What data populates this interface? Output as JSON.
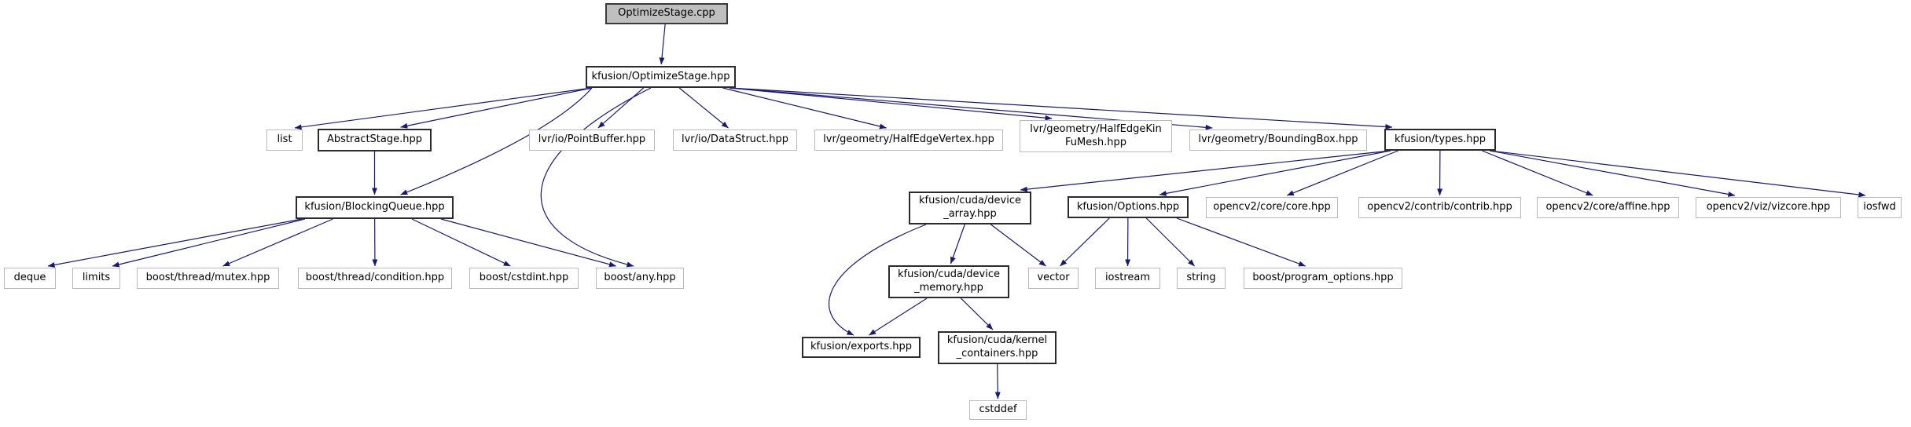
{
  "diagram": {
    "type": "include-dependency-graph",
    "root_file": "OptimizeStage.cpp",
    "colors": {
      "edge": "#191970",
      "root_fill": "#bfbfbf",
      "node_fill": "#ffffff",
      "internal_border": "#2b2b2b",
      "external_border": "#b9b9b9"
    },
    "nodes": [
      {
        "id": "optimizestage_cpp",
        "label": "OptimizeStage.cpp",
        "kind": "root"
      },
      {
        "id": "optimizestage_hpp",
        "label": "kfusion/OptimizeStage.hpp",
        "kind": "internal"
      },
      {
        "id": "list",
        "label": "list",
        "kind": "external"
      },
      {
        "id": "abstractstage",
        "label": "AbstractStage.hpp",
        "kind": "internal"
      },
      {
        "id": "pointbuffer",
        "label": "lvr/io/PointBuffer.hpp",
        "kind": "external"
      },
      {
        "id": "datastruct",
        "label": "lvr/io/DataStruct.hpp",
        "kind": "external"
      },
      {
        "id": "halfedgevertex",
        "label": "lvr/geometry/HalfEdgeVertex.hpp",
        "kind": "external"
      },
      {
        "id": "halfedgekinfumesh",
        "label": "lvr/geometry/HalfEdgeKin\nFuMesh.hpp",
        "kind": "external"
      },
      {
        "id": "boundingbox",
        "label": "lvr/geometry/BoundingBox.hpp",
        "kind": "external"
      },
      {
        "id": "types",
        "label": "kfusion/types.hpp",
        "kind": "internal"
      },
      {
        "id": "blockingqueue",
        "label": "kfusion/BlockingQueue.hpp",
        "kind": "internal"
      },
      {
        "id": "device_array",
        "label": "kfusion/cuda/device\n_array.hpp",
        "kind": "internal"
      },
      {
        "id": "options",
        "label": "kfusion/Options.hpp",
        "kind": "internal"
      },
      {
        "id": "core_core",
        "label": "opencv2/core/core.hpp",
        "kind": "external"
      },
      {
        "id": "contrib",
        "label": "opencv2/contrib/contrib.hpp",
        "kind": "external"
      },
      {
        "id": "affine",
        "label": "opencv2/core/affine.hpp",
        "kind": "external"
      },
      {
        "id": "vizcore",
        "label": "opencv2/viz/vizcore.hpp",
        "kind": "external"
      },
      {
        "id": "iosfwd",
        "label": "iosfwd",
        "kind": "external"
      },
      {
        "id": "deque",
        "label": "deque",
        "kind": "external"
      },
      {
        "id": "limits",
        "label": "limits",
        "kind": "external"
      },
      {
        "id": "mutex",
        "label": "boost/thread/mutex.hpp",
        "kind": "external"
      },
      {
        "id": "condition",
        "label": "boost/thread/condition.hpp",
        "kind": "external"
      },
      {
        "id": "cstdint",
        "label": "boost/cstdint.hpp",
        "kind": "external"
      },
      {
        "id": "any",
        "label": "boost/any.hpp",
        "kind": "external"
      },
      {
        "id": "device_memory",
        "label": "kfusion/cuda/device\n_memory.hpp",
        "kind": "internal"
      },
      {
        "id": "vector",
        "label": "vector",
        "kind": "external"
      },
      {
        "id": "iostream",
        "label": "iostream",
        "kind": "external"
      },
      {
        "id": "string",
        "label": "string",
        "kind": "external"
      },
      {
        "id": "program_options",
        "label": "boost/program_options.hpp",
        "kind": "external"
      },
      {
        "id": "exports",
        "label": "kfusion/exports.hpp",
        "kind": "internal"
      },
      {
        "id": "kernel_containers",
        "label": "kfusion/cuda/kernel\n_containers.hpp",
        "kind": "internal"
      },
      {
        "id": "cstddef",
        "label": "cstddef",
        "kind": "external"
      }
    ],
    "edges": [
      {
        "from": "optimizestage_cpp",
        "to": "optimizestage_hpp"
      },
      {
        "from": "optimizestage_hpp",
        "to": "list"
      },
      {
        "from": "optimizestage_hpp",
        "to": "abstractstage"
      },
      {
        "from": "optimizestage_hpp",
        "to": "blockingqueue"
      },
      {
        "from": "optimizestage_hpp",
        "to": "any"
      },
      {
        "from": "optimizestage_hpp",
        "to": "pointbuffer"
      },
      {
        "from": "optimizestage_hpp",
        "to": "datastruct"
      },
      {
        "from": "optimizestage_hpp",
        "to": "halfedgevertex"
      },
      {
        "from": "optimizestage_hpp",
        "to": "halfedgekinfumesh"
      },
      {
        "from": "optimizestage_hpp",
        "to": "boundingbox"
      },
      {
        "from": "optimizestage_hpp",
        "to": "types"
      },
      {
        "from": "abstractstage",
        "to": "blockingqueue"
      },
      {
        "from": "blockingqueue",
        "to": "deque"
      },
      {
        "from": "blockingqueue",
        "to": "limits"
      },
      {
        "from": "blockingqueue",
        "to": "mutex"
      },
      {
        "from": "blockingqueue",
        "to": "condition"
      },
      {
        "from": "blockingqueue",
        "to": "cstdint"
      },
      {
        "from": "blockingqueue",
        "to": "any"
      },
      {
        "from": "types",
        "to": "device_array"
      },
      {
        "from": "types",
        "to": "options"
      },
      {
        "from": "types",
        "to": "core_core"
      },
      {
        "from": "types",
        "to": "contrib"
      },
      {
        "from": "types",
        "to": "affine"
      },
      {
        "from": "types",
        "to": "vizcore"
      },
      {
        "from": "types",
        "to": "iosfwd"
      },
      {
        "from": "device_array",
        "to": "device_memory"
      },
      {
        "from": "device_array",
        "to": "vector"
      },
      {
        "from": "device_array",
        "to": "exports"
      },
      {
        "from": "options",
        "to": "vector"
      },
      {
        "from": "options",
        "to": "iostream"
      },
      {
        "from": "options",
        "to": "string"
      },
      {
        "from": "options",
        "to": "program_options"
      },
      {
        "from": "device_memory",
        "to": "exports"
      },
      {
        "from": "device_memory",
        "to": "kernel_containers"
      },
      {
        "from": "kernel_containers",
        "to": "cstddef"
      }
    ]
  }
}
